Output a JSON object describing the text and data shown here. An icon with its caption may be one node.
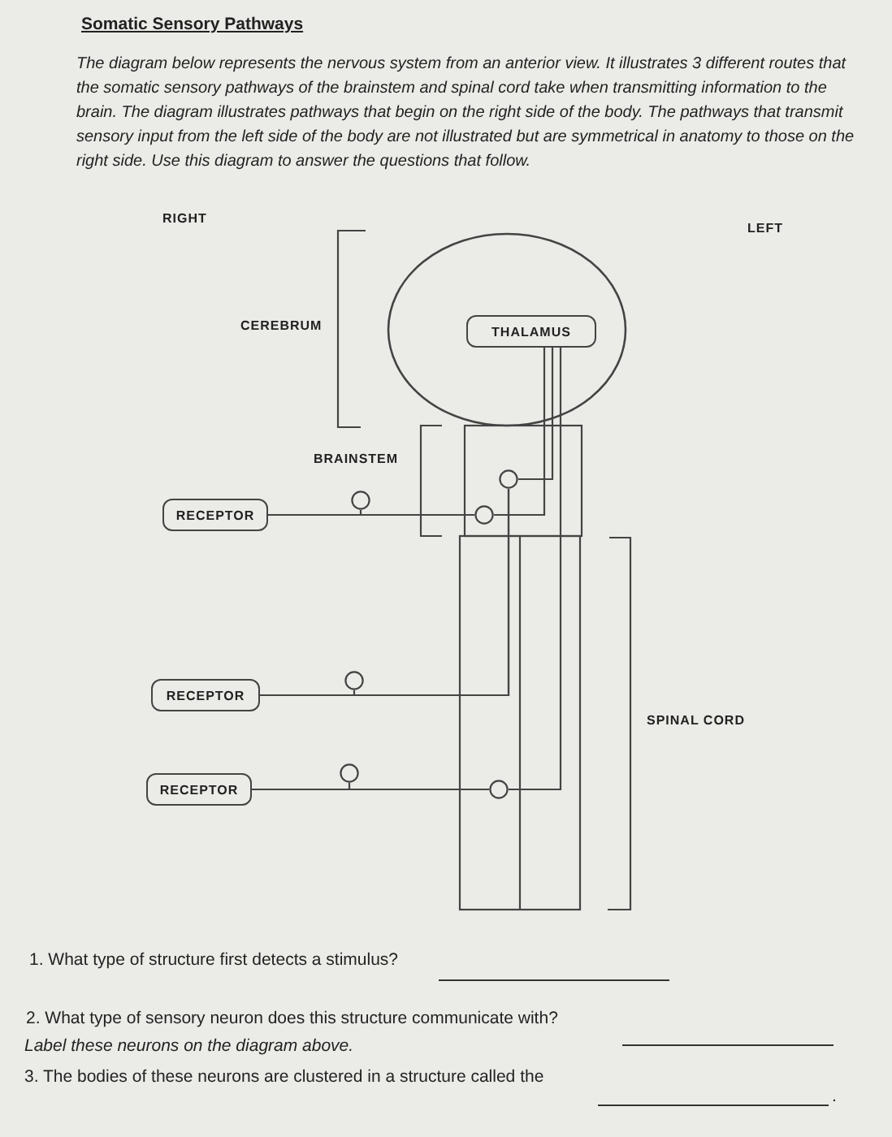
{
  "diagram": {
    "title": "Somatic Sensory Pathways",
    "nodes": [
      {
        "text": [],
        "shape": "circle"
      },
      {
        "text": [
          "THALAMUS"
        ],
        "in": 0
      },
      {
        "text": [],
        "shape": "circle"
      },
      {
        "text": [],
        "shape": "circle"
      },
      {
        "text": [
          "RECEPTOR"
        ]
      },
      {
        "text": [],
        "shape": "circle"
      },
      {
        "text": [],
        "shape": "circle"
      },
      {
        "text": [
          "RECEPTOR"
        ]
      },
      {
        "text": [],
        "shape": "circle"
      },
      {
        "text": [
          "RECEPTOR"
        ]
      },
      {
        "text": [],
        "shape": "circle"
      }
    ],
    "edges": [
      {
        "from": 4,
        "to": 5,
        "arrow": "none"
      },
      {
        "from": 3,
        "to": 5,
        "arrow": "none"
      },
      {
        "from": 5,
        "to": 1,
        "arrow": "none"
      },
      {
        "from": 7,
        "to": 2,
        "arrow": "none"
      },
      {
        "from": 6,
        "to": 2,
        "arrow": "none"
      },
      {
        "from": 2,
        "to": 1,
        "arrow": "none"
      },
      {
        "from": 9,
        "to": 10,
        "arrow": "none"
      },
      {
        "from": 8,
        "to": 10,
        "arrow": "none"
      },
      {
        "from": 10,
        "to": 1,
        "arrow": "none"
      }
    ],
    "labels": [
      "The diagram below represents the nervous system from an anterior view. It illustrates 3 different routes that the somatic sensory pathways of the brainstem and spinal cord take when transmitting information to the brain. The diagram illustrates pathways that begin on the right side of the body.  The pathways that transmit sensory input from the left side of the body are not illustrated but are symmetrical in anatomy to those on the right side.  Use this diagram to answer the questions that follow.",
      "RIGHT",
      "LEFT",
      "CEREBRUM",
      "BRAINSTEM",
      "SPINAL CORD",
      "1. What type of structure first detects a stimulus?",
      "2. What type of sensory neuron does this structure communicate with?",
      "Label these neurons on the diagram above.",
      "3. The bodies of these neurons are clustered in a structure called the",
      "."
    ]
  }
}
